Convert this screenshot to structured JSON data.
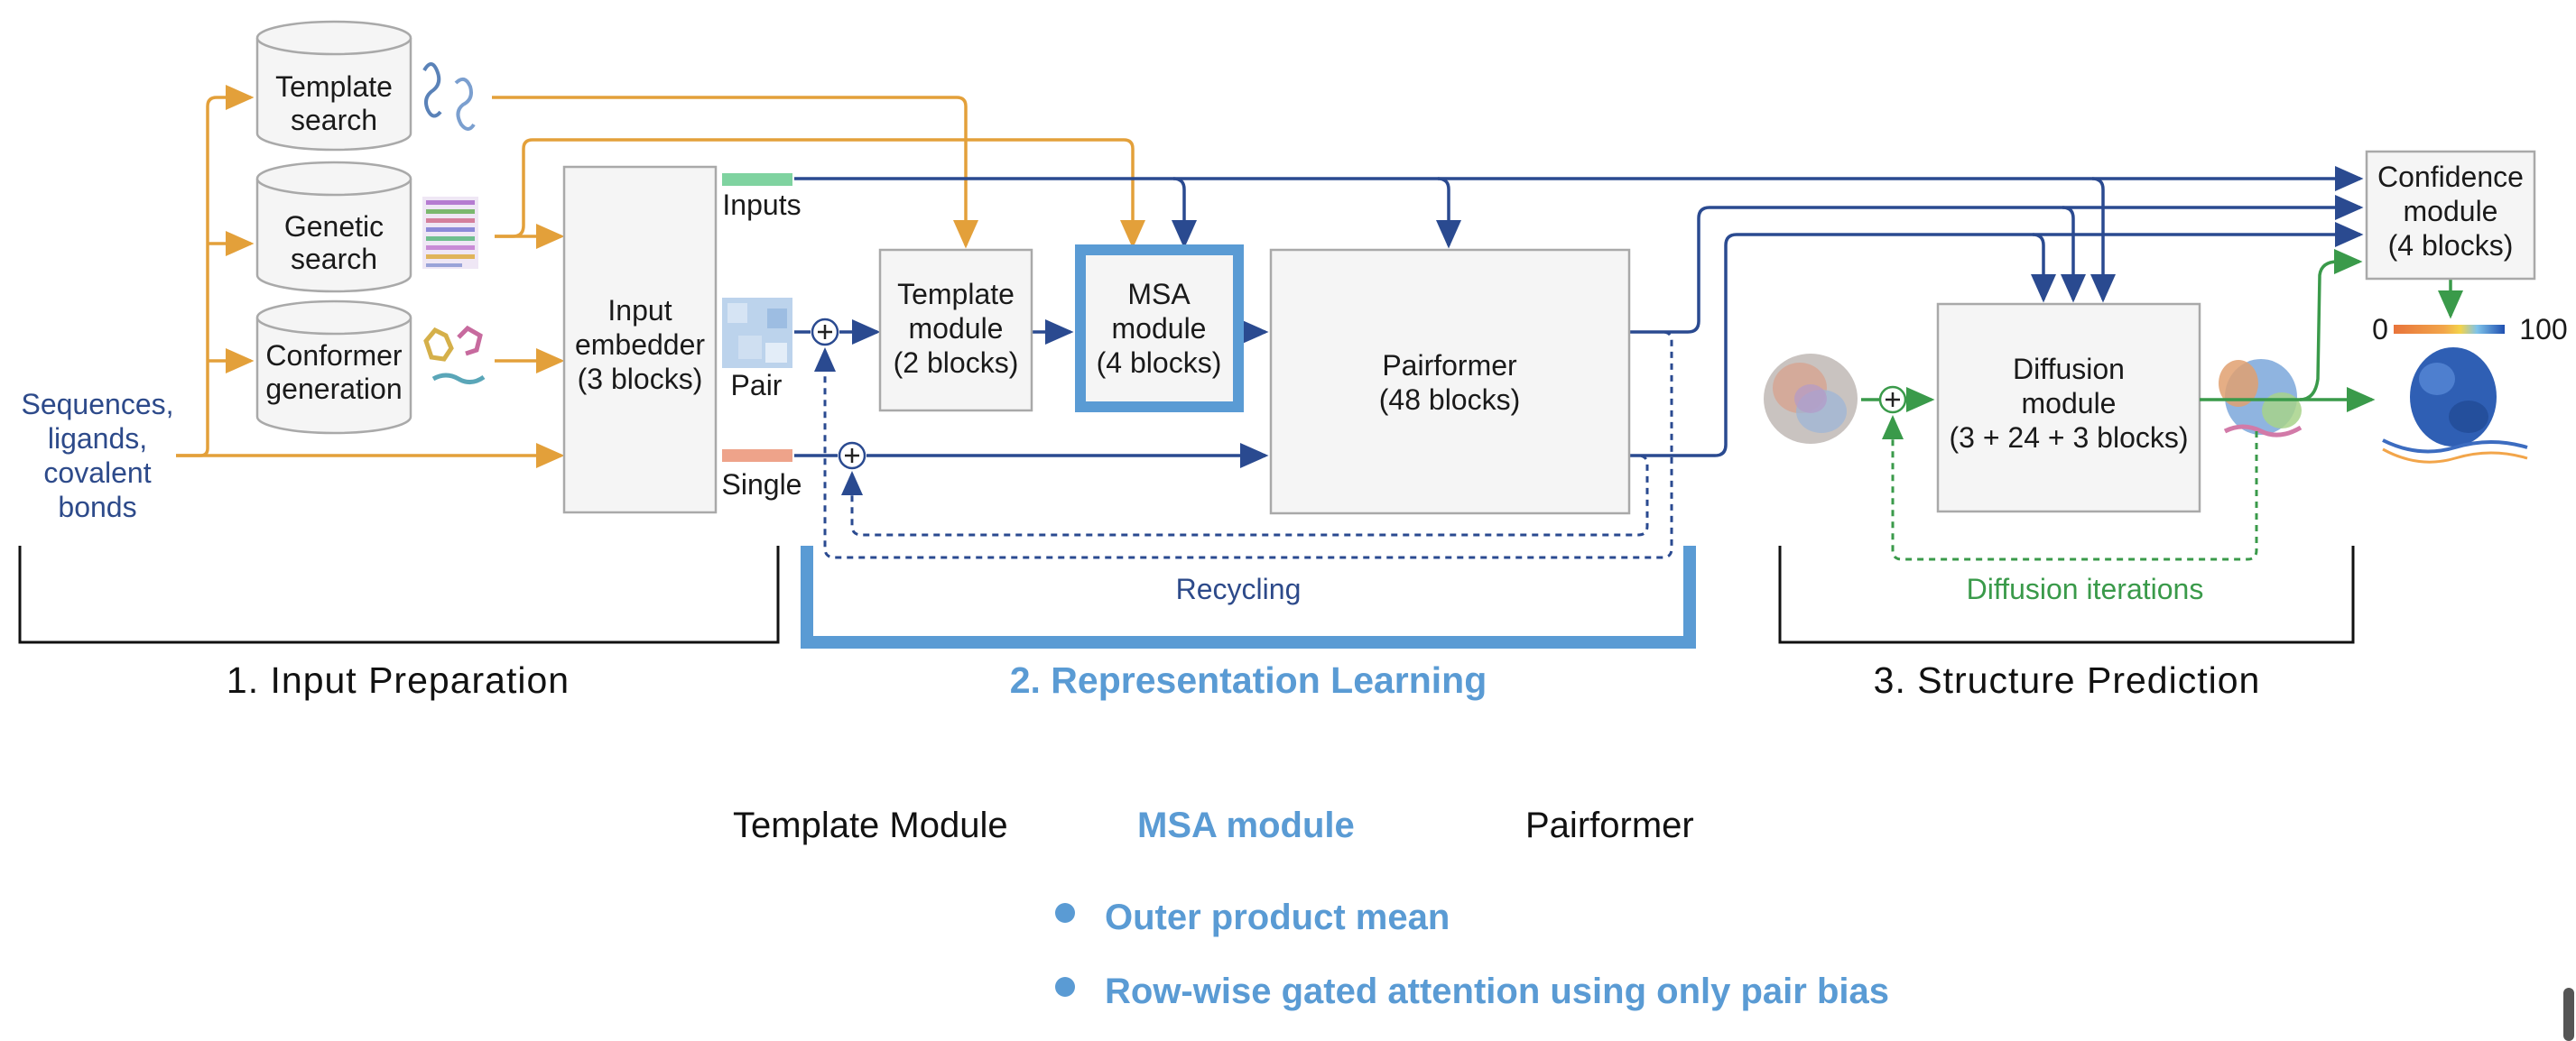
{
  "inputs": {
    "sequences_label": [
      "Sequences,",
      "ligands,",
      "covalent",
      "bonds"
    ],
    "template_search": [
      "Template",
      "search"
    ],
    "genetic_search": [
      "Genetic",
      "search"
    ],
    "conformer_generation": [
      "Conformer",
      "generation"
    ]
  },
  "modules": {
    "input_embedder": [
      "Input",
      "embedder",
      "(3 blocks)"
    ],
    "template_module": [
      "Template",
      "module",
      "(2 blocks)"
    ],
    "msa_module": [
      "MSA",
      "module",
      "(4 blocks)"
    ],
    "pairformer": [
      "Pairformer",
      "(48 blocks)"
    ],
    "diffusion_module": [
      "Diffusion",
      "module",
      "(3 + 24 + 3 blocks)"
    ],
    "confidence_module": [
      "Confidence",
      "module",
      "(4 blocks)"
    ]
  },
  "streams": {
    "inputs": "Inputs",
    "pair": "Pair",
    "single": "Single"
  },
  "loops": {
    "recycling": "Recycling",
    "diffusion_iterations": "Diffusion iterations"
  },
  "confidence_scale": {
    "min": "0",
    "max": "100"
  },
  "sections": {
    "input_preparation": "1. Input Preparation",
    "representation_learning": "2. Representation Learning",
    "structure_prediction": "3. Structure Prediction"
  },
  "submodules": {
    "template": "Template Module",
    "msa": "MSA module",
    "pairformer": "Pairformer"
  },
  "msa_bullets": [
    "Outer product mean",
    "Row-wise gated attention using only pair bias"
  ],
  "colors": {
    "input_arrows": "#e3a03a",
    "representation_arrows": "#2a4a90",
    "diffusion_arrows": "#3a9a4a",
    "highlight": "#5a9bd4"
  }
}
